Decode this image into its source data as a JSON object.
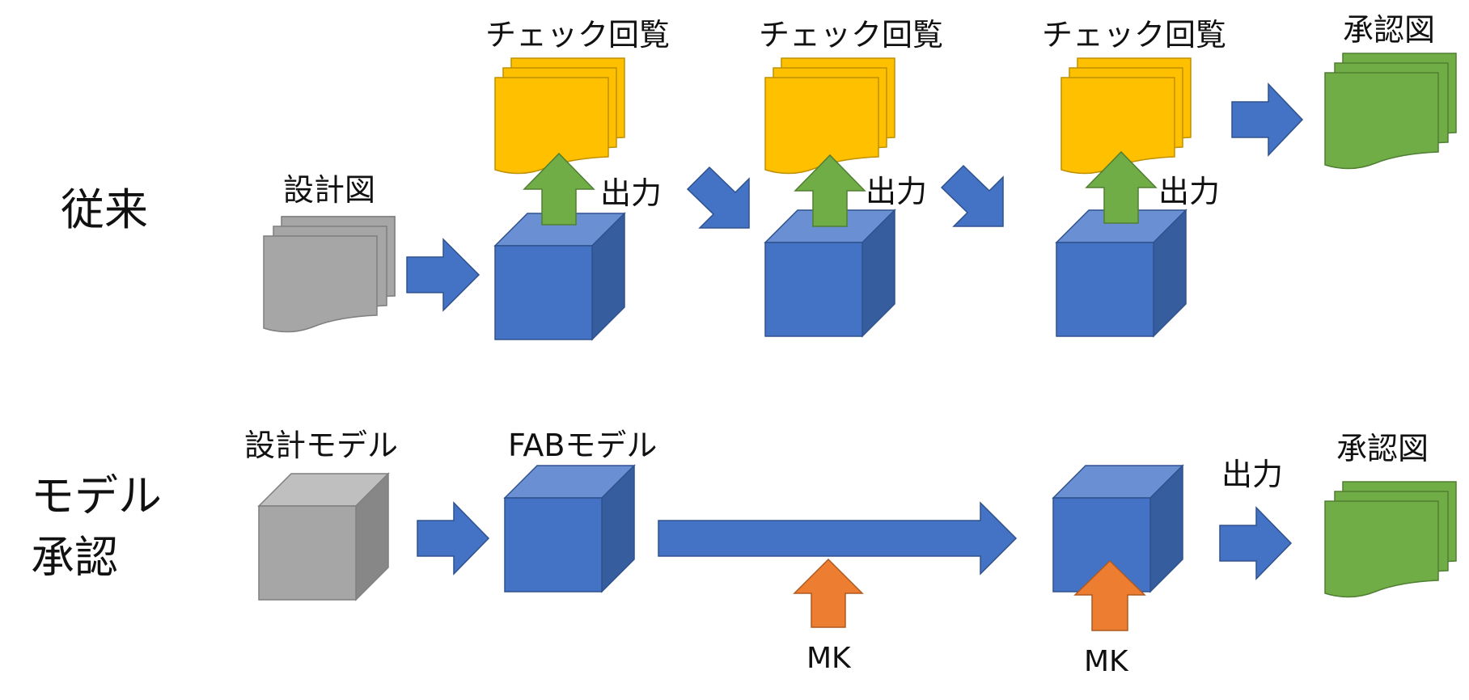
{
  "rows": {
    "conventional": {
      "label": "従来"
    },
    "model_approval": {
      "label_line1": "モデル",
      "label_line2": "承認"
    }
  },
  "conventional": {
    "design_drawing_label": "設計図",
    "check_review_labels": [
      "チェック回覧",
      "チェック回覧",
      "チェック回覧"
    ],
    "output_labels": [
      "出力",
      "出力",
      "出力"
    ],
    "approval_drawing_label": "承認図"
  },
  "model": {
    "design_model_label": "設計モデル",
    "fab_model_label": "FABモデル",
    "mk_labels": [
      "MK",
      "MK"
    ],
    "output_label": "出力",
    "approval_drawing_label": "承認図"
  },
  "colors": {
    "cube_front": "#4472C4",
    "cube_top": "#6A8FD2",
    "cube_side": "#365D9E",
    "gray_front": "#A6A6A6",
    "gray_top": "#BFBFBF",
    "gray_side": "#878787",
    "document_yellow": "#FFC000",
    "document_green": "#70AD47",
    "document_gray": "#A6A6A6",
    "arrow_blue": "#4472C4",
    "arrow_green": "#70AD47",
    "arrow_orange": "#ED7D31"
  },
  "icons": {
    "cube": "cube-icon",
    "document_stack": "document-stack-icon",
    "arrow": "block-arrow-icon"
  }
}
